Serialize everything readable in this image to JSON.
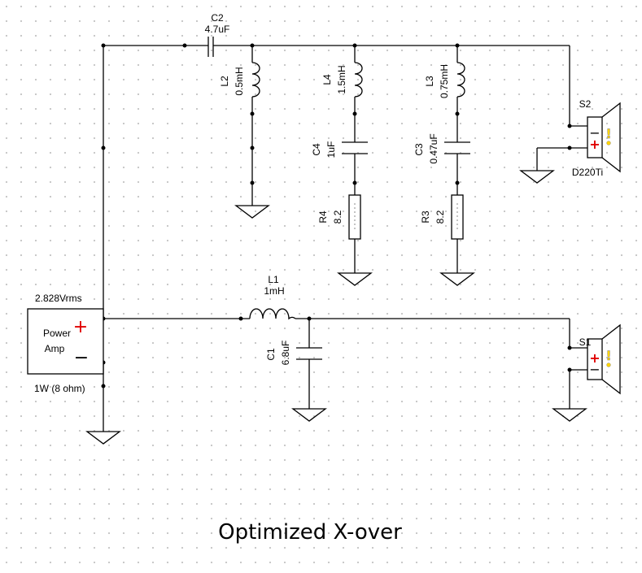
{
  "title": "Optimized X-over",
  "colors": {
    "plus": "#e00000",
    "warning": "#ffd400",
    "wire": "#000000",
    "grid_dot": "#c6c6c6"
  },
  "source": {
    "voltage": "2.828Vrms",
    "line1": "Power",
    "line2": "Amp",
    "power": "1W (8 ohm)",
    "plus": "+",
    "minus": "−"
  },
  "components": {
    "C2": {
      "ref": "C2",
      "value": "4.7uF"
    },
    "L2": {
      "ref": "L2",
      "value": "0.5mH"
    },
    "L4": {
      "ref": "L4",
      "value": "1.5mH"
    },
    "L3": {
      "ref": "L3",
      "value": "0.75mH"
    },
    "C4": {
      "ref": "C4",
      "value": "1uF"
    },
    "C3": {
      "ref": "C3",
      "value": "0.47uF"
    },
    "R4": {
      "ref": "R4",
      "value": "8.2"
    },
    "R3": {
      "ref": "R3",
      "value": "8.2"
    },
    "L1": {
      "ref": "L1",
      "value": "1mH"
    },
    "C1": {
      "ref": "C1",
      "value": "6.8uF"
    }
  },
  "speakers": {
    "S2": {
      "ref": "S2",
      "model": "D220Ti",
      "plus": "+",
      "minus": "−",
      "warn": "!"
    },
    "S1": {
      "ref": "S1",
      "model": "",
      "plus": "+",
      "minus": "−",
      "warn": "!"
    }
  }
}
